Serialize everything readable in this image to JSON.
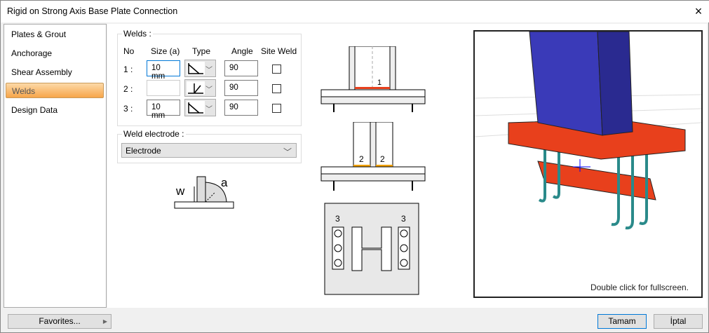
{
  "window": {
    "title": "Rigid on Strong Axis Base Plate Connection",
    "close_icon": "×"
  },
  "sidebar": {
    "items": [
      {
        "label": "Plates & Grout"
      },
      {
        "label": "Anchorage"
      },
      {
        "label": "Shear Assembly"
      },
      {
        "label": "Welds",
        "selected": true
      },
      {
        "label": "Design Data"
      }
    ]
  },
  "welds": {
    "group_label": "Welds :",
    "headers": {
      "no": "No",
      "size": "Size (a)",
      "type": "Type",
      "angle": "Angle",
      "site": "Site Weld"
    },
    "rows": [
      {
        "no": "1 :",
        "size": "10 mm",
        "type": "fillet",
        "angle": "90",
        "site_weld": false
      },
      {
        "no": "2 :",
        "size": "",
        "type": "bevel",
        "angle": "90",
        "site_weld": false
      },
      {
        "no": "3 :",
        "size": "10 mm",
        "type": "fillet",
        "angle": "90",
        "site_weld": false
      }
    ]
  },
  "electrode": {
    "group_label": "Weld electrode :",
    "value": "Electrode"
  },
  "diagram": {
    "w": "w",
    "a": "a",
    "labels": {
      "d1": "1",
      "d2a": "2",
      "d2b": "2",
      "d3a": "3",
      "d3b": "3"
    }
  },
  "view3d": {
    "hint": "Double click for fullscreen."
  },
  "footer": {
    "favorites": "Favorites...",
    "ok": "Tamam",
    "cancel": "İptal"
  },
  "colors": {
    "selected_tab": "#f7a54a",
    "plate": "#e8401c",
    "column": "#3a3ab8",
    "focus": "#0078d7"
  }
}
